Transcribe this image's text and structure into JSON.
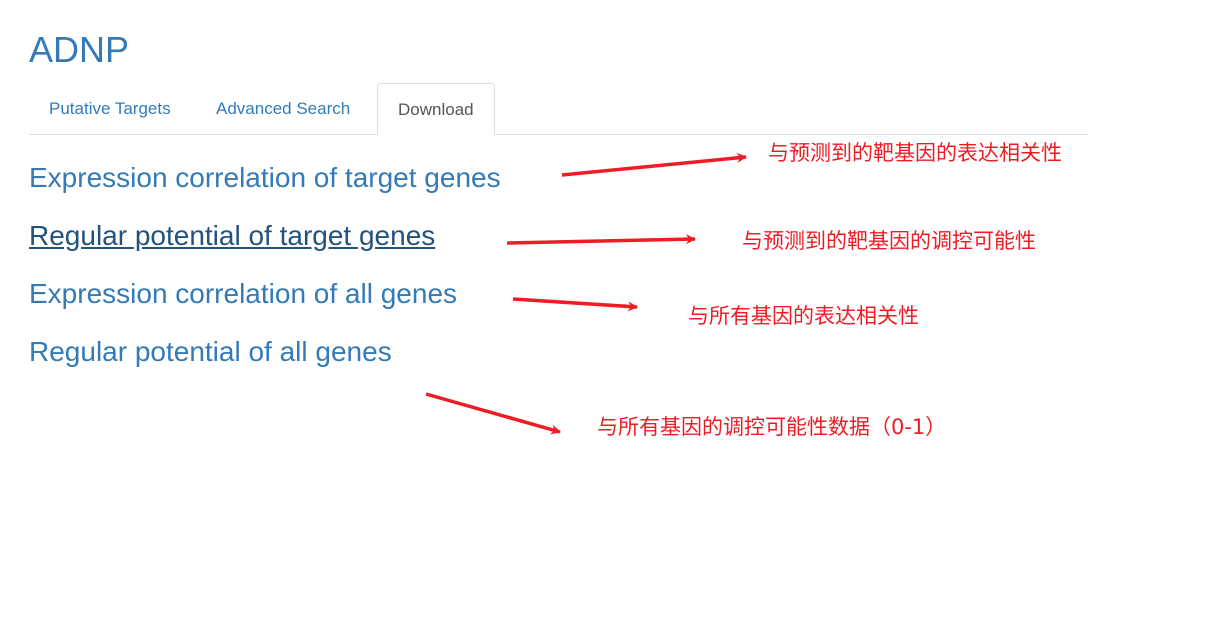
{
  "page": {
    "title": "ADNP"
  },
  "tabs": [
    {
      "label": "Putative Targets",
      "active": false
    },
    {
      "label": "Advanced Search",
      "active": false
    },
    {
      "label": "Download",
      "active": true
    }
  ],
  "downloads": [
    {
      "label": "Expression correlation of target genes",
      "hovered": false
    },
    {
      "label": "Regular potential of target genes",
      "hovered": true
    },
    {
      "label": "Expression correlation of all genes",
      "hovered": false
    },
    {
      "label": "Regular potential of all genes",
      "hovered": false
    }
  ],
  "annotations": [
    {
      "text": "与预测到的靶基因的表达相关性"
    },
    {
      "text": "与预测到的靶基因的调控可能性"
    },
    {
      "text": "与所有基因的表达相关性"
    },
    {
      "text": "与所有基因的调控可能性数据（0-1）"
    }
  ],
  "colors": {
    "link": "#337ab7",
    "link_hover": "#23527c",
    "annotation": "#ee1c24",
    "tab_active_text": "#555555",
    "border": "#dddddd"
  }
}
